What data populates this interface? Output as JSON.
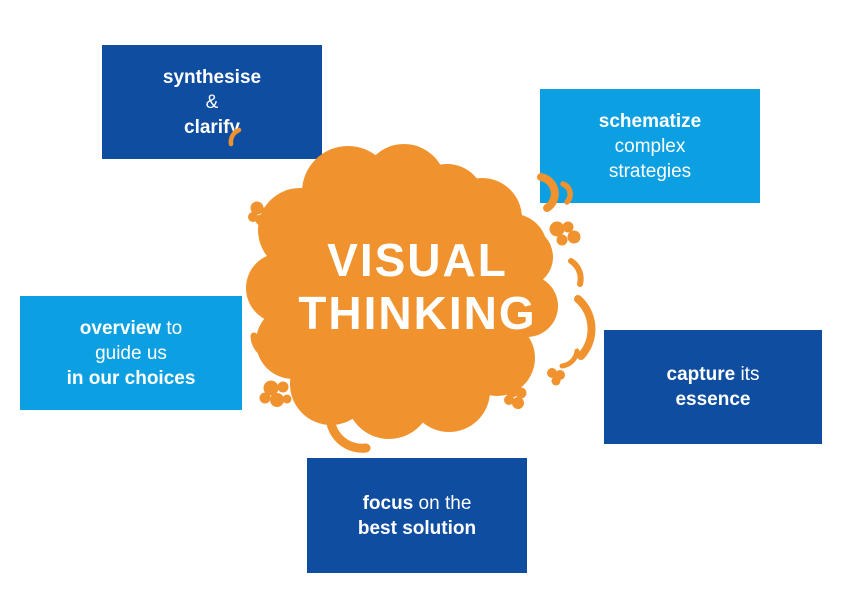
{
  "title": "VISUAL THINKING",
  "center": {
    "line1": "VISUAL",
    "line2": "THINKING"
  },
  "icons": {
    "center_graphic": "thought-cloud-burst"
  },
  "colors": {
    "orange": "#F0932E",
    "dark_blue": "#0F4DA0",
    "light_blue": "#0CA0E2",
    "text_white": "#FFFFFF",
    "background": "#FFFFFF"
  },
  "boxes": [
    {
      "id": "synthesise-clarify",
      "color": "dark",
      "position": "top-left",
      "lines": [
        {
          "segments": [
            {
              "text": "synthesise",
              "bold": true
            }
          ]
        },
        {
          "segments": [
            {
              "text": "&",
              "bold": false
            }
          ]
        },
        {
          "segments": [
            {
              "text": "clarify",
              "bold": true
            }
          ]
        }
      ]
    },
    {
      "id": "schematize-strategies",
      "color": "light",
      "position": "top-right",
      "lines": [
        {
          "segments": [
            {
              "text": "schematize",
              "bold": true
            }
          ]
        },
        {
          "segments": [
            {
              "text": "complex",
              "bold": false
            }
          ]
        },
        {
          "segments": [
            {
              "text": "strategies",
              "bold": false
            }
          ]
        }
      ]
    },
    {
      "id": "overview-choices",
      "color": "light",
      "position": "mid-left",
      "lines": [
        {
          "segments": [
            {
              "text": "overview",
              "bold": true
            },
            {
              "text": " to",
              "bold": false
            }
          ]
        },
        {
          "segments": [
            {
              "text": "guide us",
              "bold": false
            }
          ]
        },
        {
          "segments": [
            {
              "text": "in our choices",
              "bold": true
            }
          ]
        }
      ]
    },
    {
      "id": "capture-essence",
      "color": "dark",
      "position": "mid-right",
      "lines": [
        {
          "segments": [
            {
              "text": "capture",
              "bold": true
            },
            {
              "text": " its",
              "bold": false
            }
          ]
        },
        {
          "segments": [
            {
              "text": "essence",
              "bold": true
            }
          ]
        }
      ]
    },
    {
      "id": "focus-solution",
      "color": "dark",
      "position": "bottom-center",
      "lines": [
        {
          "segments": [
            {
              "text": "focus",
              "bold": true
            },
            {
              "text": " on the",
              "bold": false
            }
          ]
        },
        {
          "segments": [
            {
              "text": "best solution",
              "bold": true
            }
          ]
        }
      ]
    }
  ]
}
